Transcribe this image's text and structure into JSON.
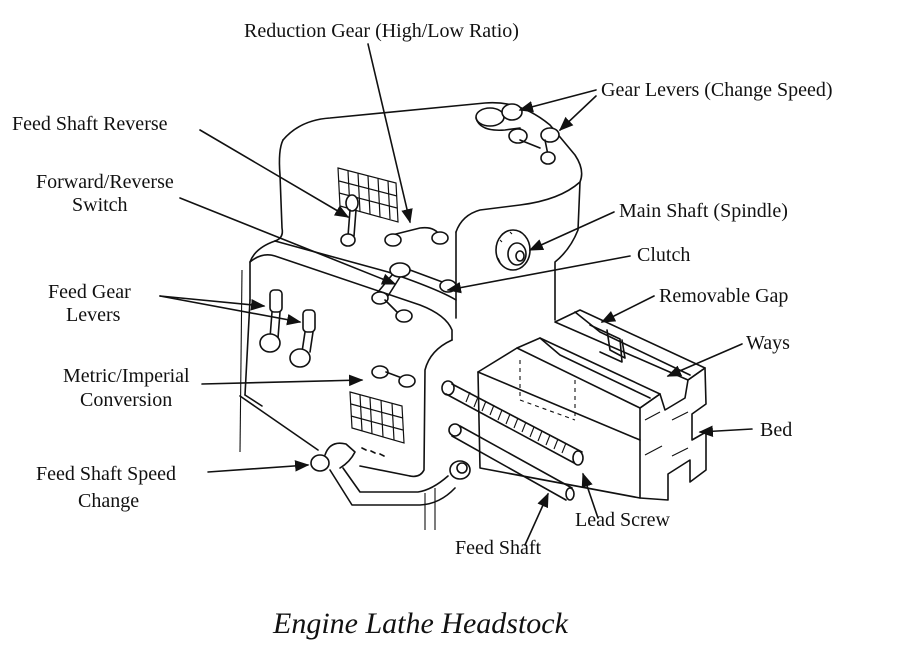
{
  "diagram": {
    "title": "Engine Lathe Headstock",
    "labels": {
      "reduction_gear": "Reduction Gear (High/Low Ratio)",
      "gear_levers": "Gear Levers (Change Speed)",
      "feed_shaft_reverse": "Feed Shaft Reverse",
      "forward_reverse_1": "Forward/Reverse",
      "forward_reverse_2": "Switch",
      "main_shaft": "Main Shaft (Spindle)",
      "clutch": "Clutch",
      "feed_gear_levers_1": "Feed Gear",
      "feed_gear_levers_2": "Levers",
      "removable_gap": "Removable Gap",
      "ways": "Ways",
      "metric_imperial_1": "Metric/Imperial",
      "metric_imperial_2": "Conversion",
      "bed": "Bed",
      "feed_shaft_speed_1": "Feed Shaft Speed",
      "feed_shaft_speed_2": "Change",
      "lead_screw": "Lead Screw",
      "feed_shaft": "Feed Shaft"
    }
  }
}
